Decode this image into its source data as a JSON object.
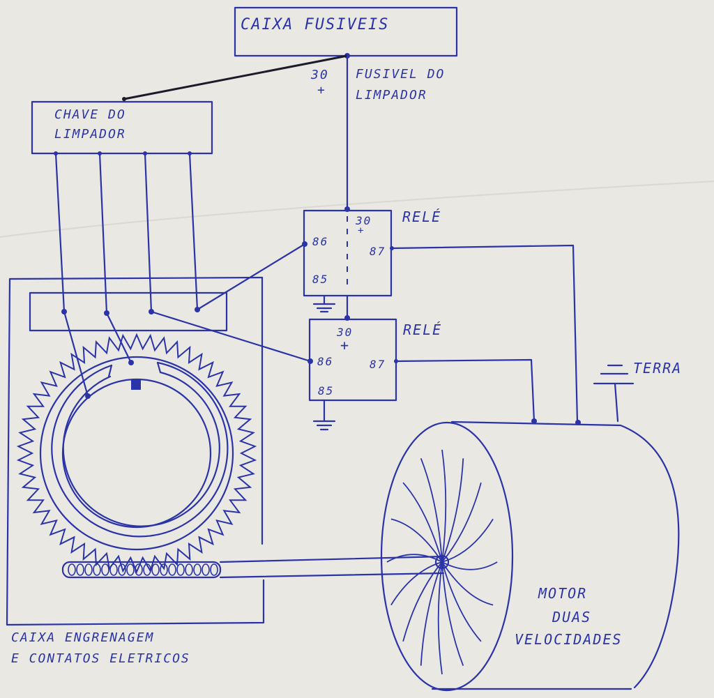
{
  "fuse_box": {
    "label": "CAIXA FUSIVEIS",
    "terminal": "30",
    "fuse_label_1": "FUSIVEL DO",
    "fuse_label_2": "LIMPADOR"
  },
  "wiper_switch": {
    "line1": "CHAVE DO",
    "line2": "LIMPADOR"
  },
  "relay_1": {
    "title": "RELÉ",
    "pin_30": "30",
    "pin_86": "86",
    "pin_87": "87",
    "pin_85": "85"
  },
  "relay_2": {
    "title": "RELÉ",
    "pin_30": "30",
    "pin_86": "86",
    "pin_87": "87",
    "pin_85": "85"
  },
  "ground": {
    "label": "TERRA"
  },
  "gearbox": {
    "line1": "CAIXA ENGRENAGEM",
    "line2": "E CONTATOS ELETRICOS"
  },
  "motor": {
    "line1": "MOTOR",
    "line2": "DUAS",
    "line3": "VELOCIDADES"
  },
  "colors": {
    "ink": "#2a33a8",
    "paper": "#e9e8e3"
  }
}
